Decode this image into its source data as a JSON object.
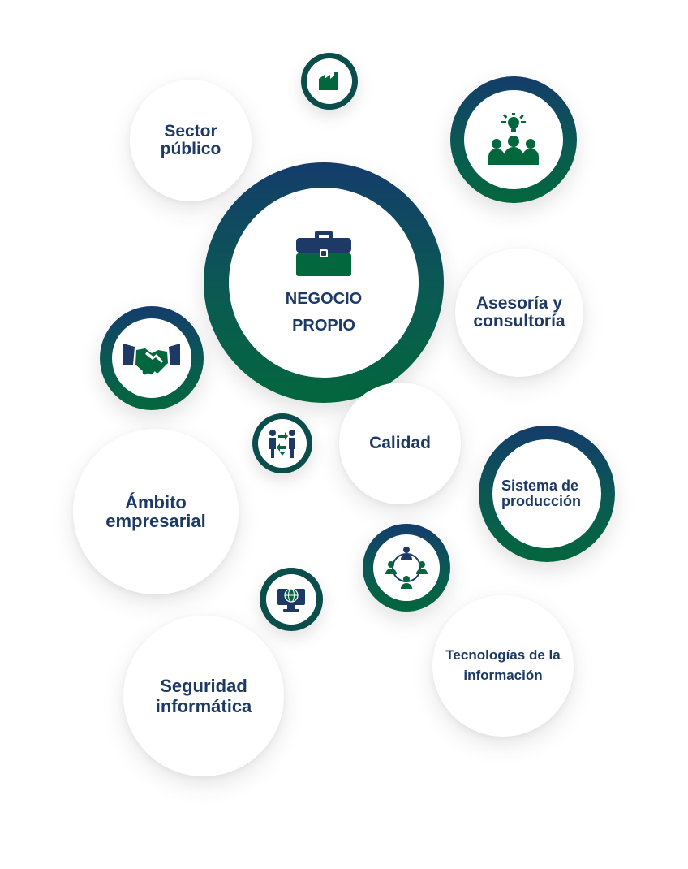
{
  "colors": {
    "navy": "#1d3a66",
    "green": "#03673d",
    "teal": "#0a4d4a"
  },
  "center": {
    "line1": "NEGOCIO",
    "line2": "PROPIO",
    "icon": "briefcase-icon"
  },
  "bubbles": {
    "sector_publico": "Sector público",
    "asesoria": "Asesoría y consultoría",
    "calidad": "Calidad",
    "sistema_produccion": "Sistema de producción",
    "ambito_empresarial": "Ámbito empresarial",
    "seguridad_informatica": "Seguridad informática",
    "tecnologias": "Tecnologías de la información"
  },
  "icons": {
    "factory": "factory-icon",
    "team_idea": "team-idea-icon",
    "handshake": "handshake-icon",
    "exchange": "people-exchange-icon",
    "network": "people-network-icon",
    "computer": "computer-globe-icon"
  }
}
